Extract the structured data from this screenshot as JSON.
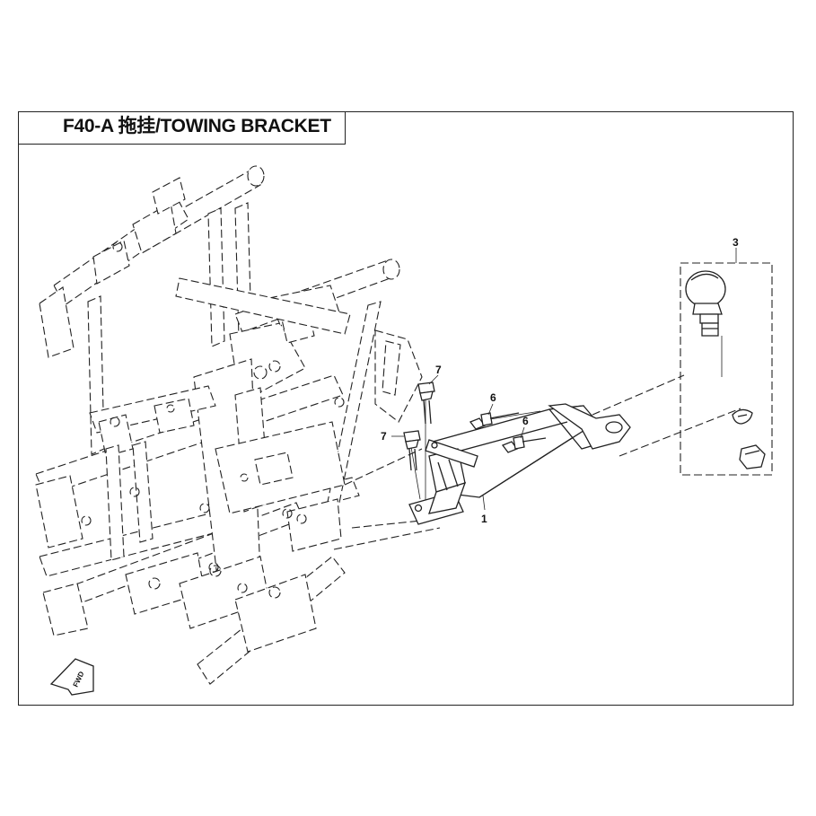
{
  "header": {
    "title": "F40-A 拖挂/TOWING BRACKET"
  },
  "callouts": [
    {
      "id": "1",
      "label": "1"
    },
    {
      "id": "3",
      "label": "3"
    },
    {
      "id": "6a",
      "label": "6"
    },
    {
      "id": "6b",
      "label": "6"
    },
    {
      "id": "7a",
      "label": "7"
    },
    {
      "id": "7b",
      "label": "7"
    }
  ],
  "fwd_marker": {
    "label": "FWD"
  },
  "icons": {
    "fwd_arrow": "forward-direction-arrow-icon"
  }
}
